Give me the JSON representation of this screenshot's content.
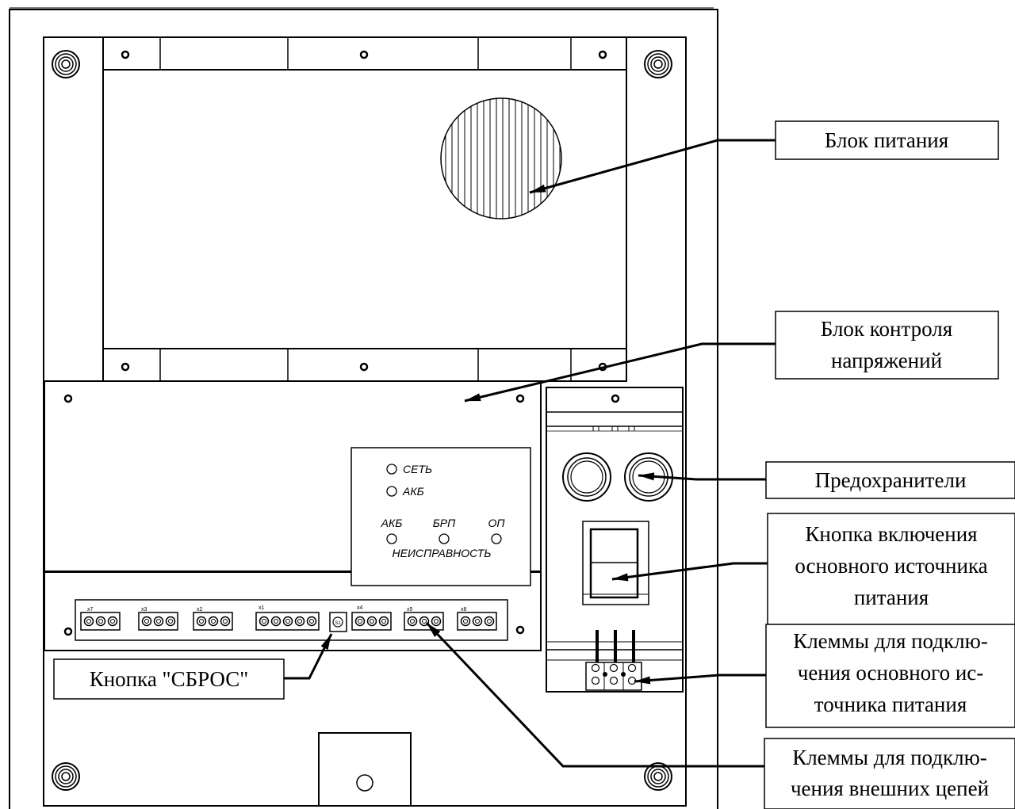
{
  "callouts": {
    "power_unit": "Блок питания",
    "voltage_monitor_1": "Блок контроля",
    "voltage_monitor_2": "напряжений",
    "fuses": "Предохранители",
    "main_switch_1": "Кнопка включения",
    "main_switch_2": "основного источника",
    "main_switch_3": "питания",
    "main_terminals_1": "Клеммы для подклю-",
    "main_terminals_2": "чения основного ис-",
    "main_terminals_3": "точника питания",
    "external_terminals_1": "Клеммы для подклю-",
    "external_terminals_2": "чения внешних цепей",
    "reset_button": "Кнопка \"СБРОС\""
  },
  "indicator_panel": {
    "network": "СЕТЬ",
    "battery": "АКБ",
    "fault_akb": "АКБ",
    "fault_brp": "БРП",
    "fault_op": "ОП",
    "fault_title": "НЕИСПРАВНОСТЬ"
  },
  "terminal_blocks": {
    "x7": "x7",
    "x3": "x3",
    "x2": "x2",
    "x1": "x1",
    "x4": "x4",
    "x5": "x5",
    "x8": "x8",
    "s1": "S1"
  }
}
